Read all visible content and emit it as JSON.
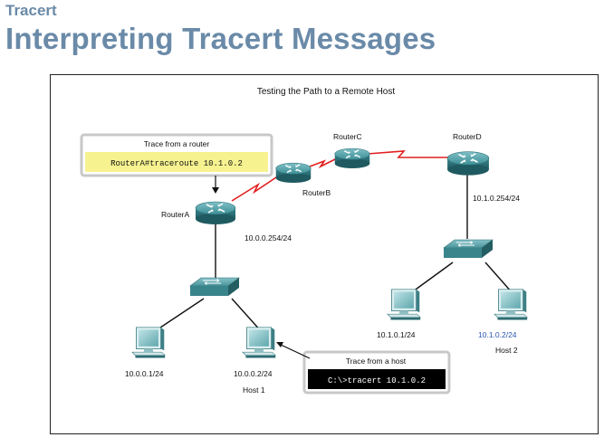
{
  "header": {
    "section": "Tracert",
    "title": "Interpreting Tracert Messages"
  },
  "diagram": {
    "title": "Testing the Path to a Remote Host",
    "routers": {
      "a": "RouterA",
      "b": "RouterB",
      "c": "RouterC",
      "d": "RouterD"
    },
    "interfaces": {
      "router_a": "10.0.0.254/24",
      "router_d": "10.1.0.254/24"
    },
    "hosts": {
      "left_1": "10.0.0.1/24",
      "left_2": "10.0.0.2/24",
      "right_1": "10.1.0.1/24",
      "right_2": "10.1.0.2/24"
    },
    "host_names": {
      "host1": "Host 1",
      "host2": "Host 2"
    },
    "callouts": {
      "router_title": "Trace from a router",
      "router_cmd": "RouterA#traceroute 10.1.0.2",
      "host_title": "Trace from a host",
      "host_cmd": "C:\\>tracert 10.1.0.2"
    },
    "colors": {
      "heading": "#6a8aa8",
      "serial_link": "#e02020",
      "device_teal": "#3a8a90",
      "router_cmd_bg": "#f6f290",
      "host_cmd_bg": "#000000",
      "highlight_ip": "#2b56b0"
    }
  }
}
